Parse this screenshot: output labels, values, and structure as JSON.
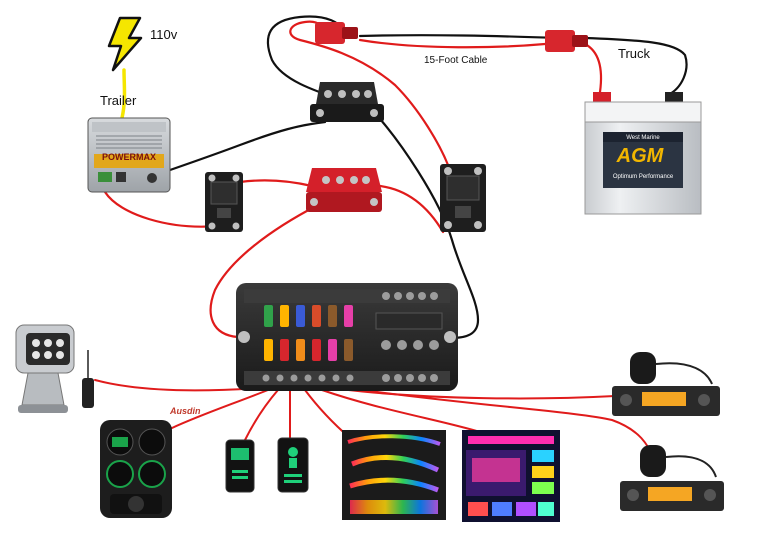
{
  "labels": {
    "power_source": "110v",
    "trailer": "Trailer",
    "truck": "Truck",
    "cable": "15-Foot Cable",
    "converter_brand": "POWERMAX",
    "battery_brand": "West Marine",
    "battery_model": "AGM",
    "battery_subtitle": "Optimum Performance",
    "switch_panel_brand": "Ausdin"
  },
  "colors": {
    "positive_wire": "#e01b1b",
    "negative_wire": "#111111",
    "ac_wire": "#f5e600",
    "bus_red": "#d4202a",
    "bus_black": "#1a1a1a",
    "battery_case": "#e8eaec",
    "fuse_block": "#2a2a2a"
  },
  "icons": {
    "power": "lightning-bolt-icon",
    "converter": "power-converter-icon",
    "battery": "truck-battery-icon",
    "breaker": "circuit-breaker-icon",
    "busbar": "bus-bar-icon",
    "fuse_block": "fuse-block-icon",
    "spotlight": "spotlight-icon",
    "remote": "remote-control-icon",
    "switch_panel": "usb-switch-panel-icon",
    "rocker_switch": "rocker-switch-icon",
    "led_strip": "led-strip-icon",
    "radio": "cb-radio-icon"
  }
}
